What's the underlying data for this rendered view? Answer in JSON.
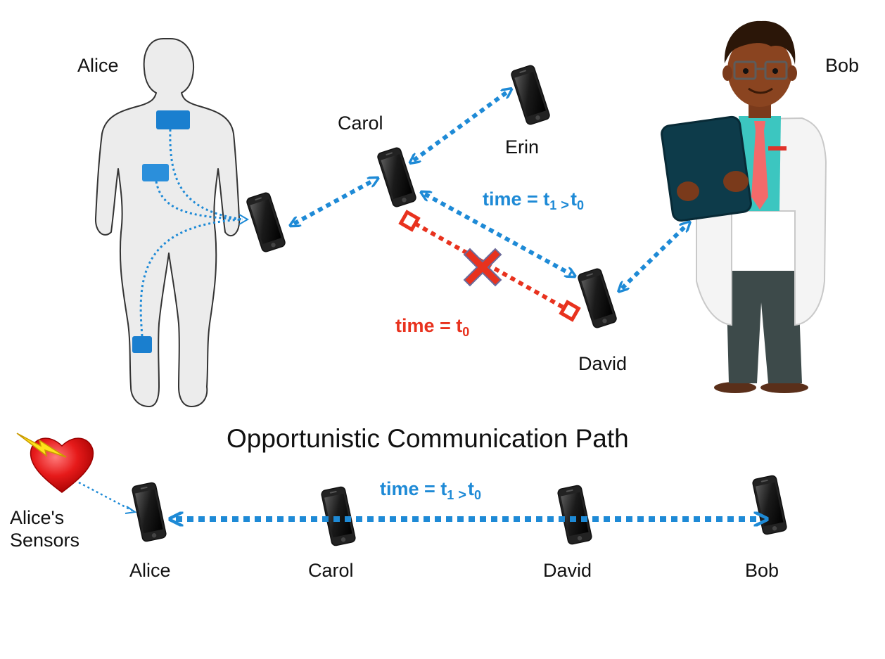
{
  "people": {
    "alice": "Alice",
    "bob": "Bob",
    "carol": "Carol",
    "erin": "Erin",
    "david": "David"
  },
  "time_labels": {
    "blue_prefix": "time = t",
    "blue_sub1": "1",
    "blue_gt": ">",
    "blue_t": "t",
    "blue_sub0": "0",
    "red_prefix": "time = t",
    "red_sub0": "0"
  },
  "path_section": {
    "title": "Opportunistic Communication Path",
    "sensors_label_line1": "Alice's",
    "sensors_label_line2": "Sensors",
    "nodes": [
      "Alice",
      "Carol",
      "David",
      "Bob"
    ],
    "time_prefix": "time = t",
    "time_sub1": "1",
    "time_gt": ">",
    "time_t": "t",
    "time_sub0": "0"
  },
  "colors": {
    "link_blue": "#1e8ad6",
    "broken_red": "#e8321e",
    "sensor_blue": "#1a7fcf",
    "body_gray": "#ececec",
    "phone": "#1c1c1c"
  },
  "icons": [
    "human-body-icon",
    "smartphone-icon",
    "doctor-icon",
    "heart-icon",
    "lightning-icon",
    "cross-icon"
  ]
}
